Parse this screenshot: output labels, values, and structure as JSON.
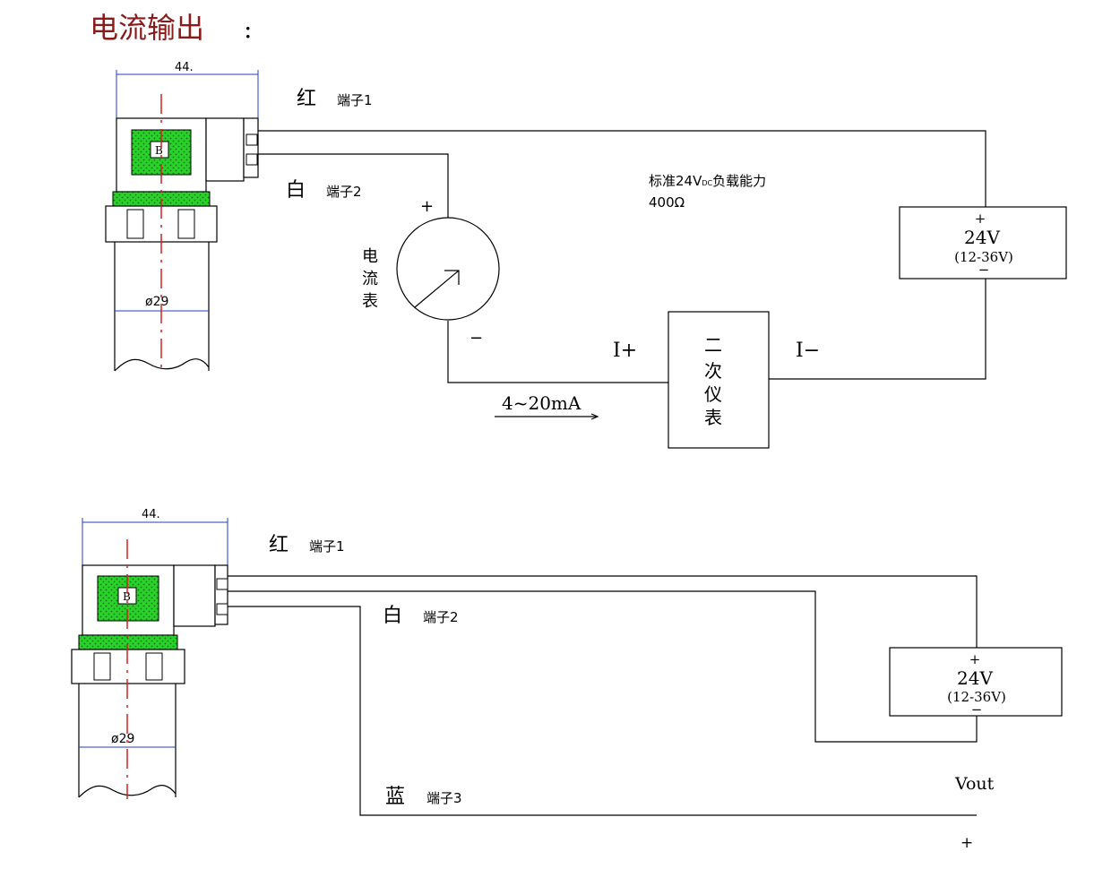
{
  "title": "电流输出",
  "title_colon": ":",
  "top": {
    "dimension_width": "44.",
    "diameter": "ø29",
    "sensor_letter": "B",
    "wire1_color": "红",
    "wire1_terminal": "端子1",
    "wire2_color": "白",
    "wire2_terminal": "端子2",
    "load_note_prefix": "标准24V",
    "load_note_sub": "DC",
    "load_note_suffix": "负载能力",
    "load_resistance": "400Ω",
    "ammeter_label": [
      "电",
      "流",
      "表"
    ],
    "ammeter_plus": "+",
    "ammeter_minus": "−",
    "current_range": "4~20mA",
    "instrument_in": "I+",
    "instrument_out": "I−",
    "instrument_label": [
      "二",
      "次",
      "仪",
      "表"
    ],
    "supply_plus": "+",
    "supply_voltage": "24V",
    "supply_range": "(12-36V)",
    "supply_minus": "−"
  },
  "bottom": {
    "dimension_width": "44.",
    "diameter": "ø29",
    "sensor_letter": "B",
    "wire1_color": "红",
    "wire1_terminal": "端子1",
    "wire2_color": "白",
    "wire2_terminal": "端子2",
    "wire3_color": "蓝",
    "wire3_terminal": "端子3",
    "supply_plus": "+",
    "supply_voltage": "24V",
    "supply_range": "(12-36V)",
    "supply_minus": "−",
    "vout_label": "Vout",
    "vout_plus": "+"
  },
  "colors": {
    "title": "#8b1a1a",
    "line": "#000000",
    "dimension": "#1f3fbf",
    "centerline": "#d42020",
    "green": "#2bd12b"
  }
}
